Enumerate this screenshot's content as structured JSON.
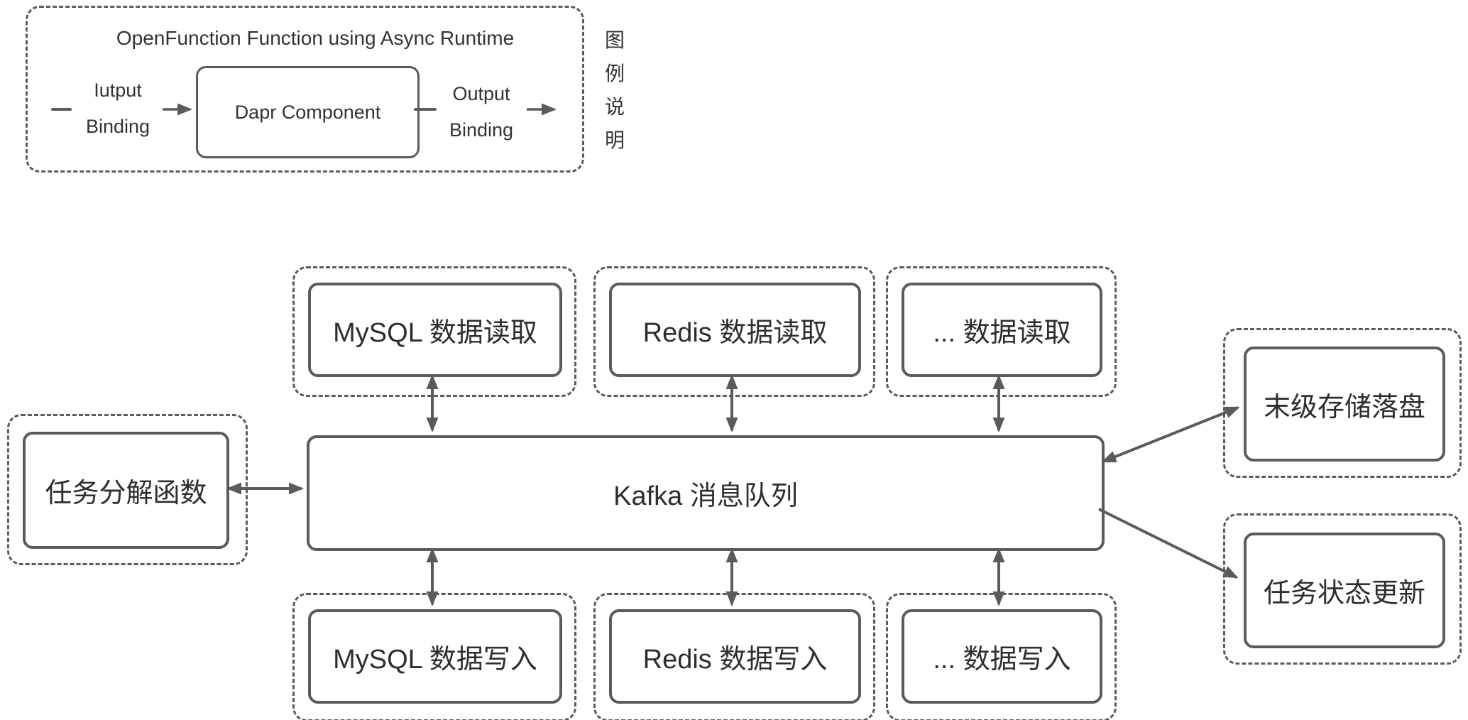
{
  "colors": {
    "line": "#5b5b5b",
    "text": "#333333",
    "background": "#ffffff"
  },
  "legend": {
    "title": "OpenFunction Function using Async Runtime",
    "caption_vertical": [
      "图",
      "例",
      "说",
      "明"
    ],
    "input_binding": {
      "line1": "Iutput",
      "line2": "Binding"
    },
    "component": "Dapr Component",
    "output_binding": {
      "line1": "Output",
      "line2": "Binding"
    }
  },
  "diagram": {
    "left_node": {
      "label": "任务分解函数"
    },
    "center_node": {
      "label": "Kafka 消息队列"
    },
    "top_nodes": [
      {
        "label": "MySQL 数据读取"
      },
      {
        "label": "Redis 数据读取"
      },
      {
        "label": "... 数据读取"
      }
    ],
    "bottom_nodes": [
      {
        "label": "MySQL 数据写入"
      },
      {
        "label": "Redis 数据写入"
      },
      {
        "label": "... 数据写入"
      }
    ],
    "right_nodes": [
      {
        "label": "末级存储落盘"
      },
      {
        "label": "任务状态更新"
      }
    ]
  }
}
